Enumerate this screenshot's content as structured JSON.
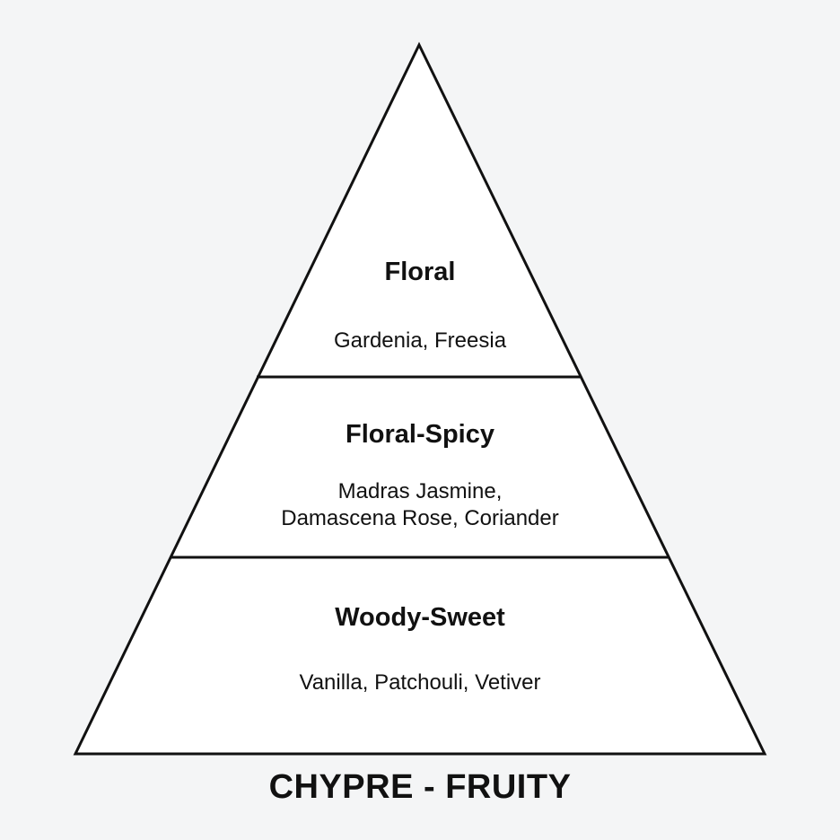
{
  "title": "CHYPRE - FRUITY",
  "tiers": [
    {
      "name": "Floral",
      "notes": "Gardenia, Freesia"
    },
    {
      "name": "Floral-Spicy",
      "notes": "Madras Jasmine,\nDamascena Rose, Coriander"
    },
    {
      "name": "Woody-Sweet",
      "notes": "Vanilla, Patchouli, Vetiver"
    }
  ],
  "colors": {
    "background": "#f4f5f6",
    "fill": "#ffffff",
    "stroke": "#111111"
  }
}
